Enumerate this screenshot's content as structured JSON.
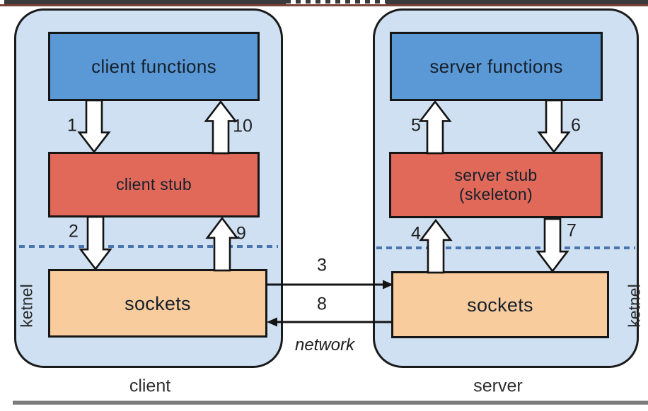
{
  "colors": {
    "panel-fill": "#cfe0f2",
    "panel-border": "#1b1b1b",
    "functions-fill": "#5b99d6",
    "stub-fill": "#e0695a",
    "sockets-fill": "#f9cc9d",
    "dash-line": "#4a76b0",
    "box-text": "#15202b",
    "text": "#222222",
    "top-strip": "#3b3b3b",
    "top-underline": "#7a4036",
    "bottom-rule": "#7c7c7c"
  },
  "client_panel": {
    "caption": "client",
    "kernel_label": "ketnel",
    "functions_box": "client functions",
    "stub_box": "client stub",
    "sockets_box": "sockets",
    "steps": {
      "call_down": "1",
      "to_socket_down": "2",
      "from_socket_up": "9",
      "return_up": "10"
    }
  },
  "server_panel": {
    "caption": "server",
    "kernel_label": "ketnel",
    "functions_box": "server functions",
    "stub_box_line1": "server stub",
    "stub_box_line2": "(skeleton)",
    "sockets_box": "sockets",
    "steps": {
      "from_socket_up": "4",
      "to_functions_up": "5",
      "return_down": "6",
      "to_socket_down": "7"
    }
  },
  "network": {
    "label": "network",
    "request_step": "3",
    "reply_step": "8"
  }
}
